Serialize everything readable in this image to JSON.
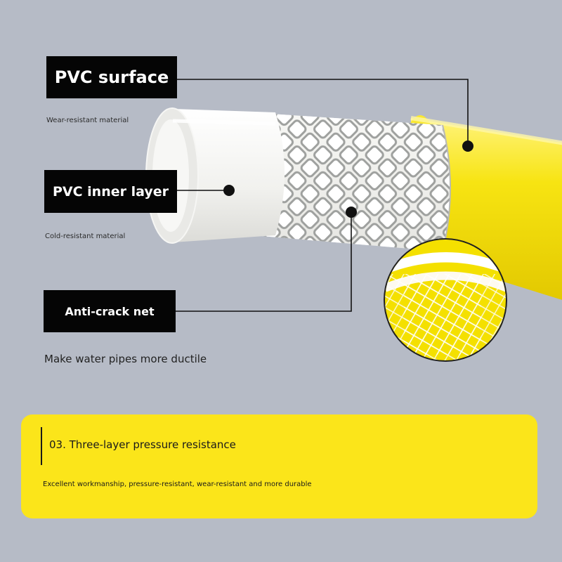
{
  "labels": {
    "surface": {
      "title": "PVC surface",
      "subtitle": "Wear-resistant material"
    },
    "inner": {
      "title": "PVC inner layer",
      "subtitle": "Cold-resistant material"
    },
    "net": {
      "title": "Anti-crack net",
      "subtitle": "Make water pipes more ductile"
    }
  },
  "panel": {
    "title": "03. Three-layer pressure resistance",
    "description": "Excellent workmanship, pressure-resistant, wear-resistant and more durable"
  },
  "colors": {
    "background": "#b6bbc6",
    "hose_yellow": "#f6e10c",
    "panel_yellow": "#fbe51a",
    "label_black": "#050505"
  }
}
